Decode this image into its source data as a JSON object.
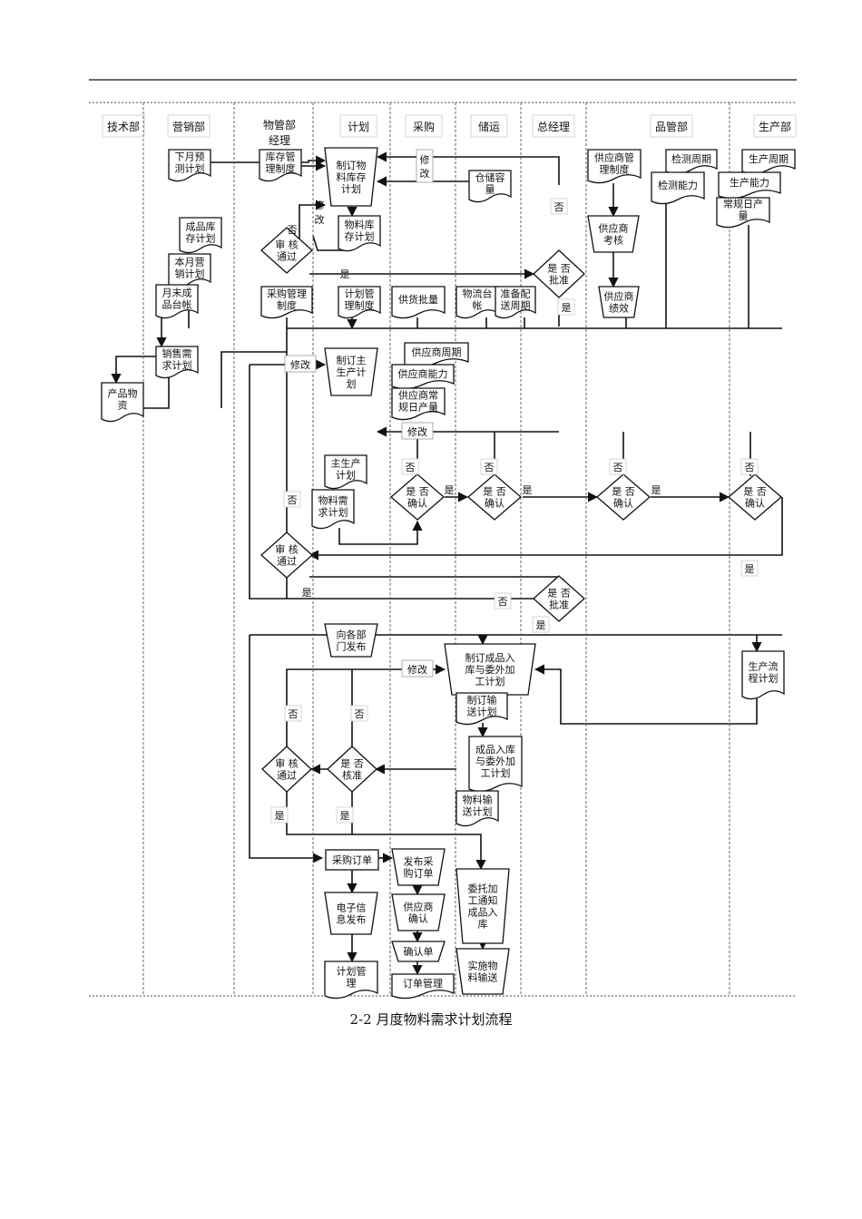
{
  "lanes": [
    "技术部",
    "营销部",
    "物管部经理",
    "计划",
    "采购",
    "储运",
    "总经理",
    "品管部",
    "生产部"
  ],
  "nodes": {
    "n01": [
      "下月预",
      "测计划"
    ],
    "n02": [
      "库存管",
      "理制度"
    ],
    "n03": [
      "制订物",
      "料库存",
      "计划"
    ],
    "n04": [
      "仓储容",
      "量"
    ],
    "n05": [
      "供应商管",
      "理制度"
    ],
    "n06": [
      "检测周期"
    ],
    "n07": [
      "检测能力"
    ],
    "n08": [
      "生产周期"
    ],
    "n09": [
      "生产能力"
    ],
    "n10": [
      "常规日产",
      "量"
    ],
    "n11": [
      "物料库",
      "存计划"
    ],
    "n12": [
      "成品库",
      "存计划"
    ],
    "n13": [
      "本月营",
      "销计划"
    ],
    "n14": [
      "月末成",
      "品台帐"
    ],
    "n15": [
      "供应商",
      "考核"
    ],
    "n16": [
      "供应商",
      "绩效"
    ],
    "n17": [
      "采购管理",
      "制度"
    ],
    "n18": [
      "计划管",
      "理制度"
    ],
    "n19": [
      "供货批量"
    ],
    "n20": [
      "物流台",
      "帐"
    ],
    "n21": [
      "准备配",
      "送周期"
    ],
    "n22": [
      "销售需",
      "求计划"
    ],
    "n23": [
      "产品物",
      "资"
    ],
    "n24": [
      "制订主",
      "生产计",
      "划"
    ],
    "n25": [
      "供应商周期"
    ],
    "n26": [
      "供应商能力"
    ],
    "n27": [
      "供应商常",
      "规日产量"
    ],
    "n28": [
      "主生产",
      "计划"
    ],
    "n29": [
      "物料需",
      "求计划"
    ],
    "n30": [
      "向各部",
      "门发布"
    ],
    "n31": [
      "制订成品入",
      "库与委外加",
      "工计划"
    ],
    "n32": [
      "制订输",
      "送计划"
    ],
    "n33": [
      "生产流",
      "程计划"
    ],
    "n34": [
      "成品入库",
      "与委外加",
      "工计划"
    ],
    "n35": [
      "物料输",
      "送计划"
    ],
    "n36": [
      "采购订单"
    ],
    "n37": [
      "发布采",
      "购订单"
    ],
    "n38": [
      "委托加",
      "工通知",
      "成品入",
      "库"
    ],
    "n39": [
      "电子信",
      "息发布"
    ],
    "n40": [
      "供应商",
      "确认"
    ],
    "n41": [
      "确认单"
    ],
    "n42": [
      "实施物",
      "料输送"
    ],
    "n43": [
      "计划管",
      "理"
    ],
    "n44": [
      "订单管理"
    ]
  },
  "decisions": {
    "d1": [
      "审  核",
      "通过"
    ],
    "d2": [
      "是  否",
      "批准"
    ],
    "d3": [
      "是  否",
      "确认"
    ],
    "d4": [
      "是  否",
      "确认"
    ],
    "d5": [
      "是  否",
      "确认"
    ],
    "d6": [
      "是  否",
      "确认"
    ],
    "d7": [
      "审  核",
      "通过"
    ],
    "d8": [
      "是  否",
      "批准"
    ],
    "d9": [
      "是  否",
      "核准"
    ],
    "d10": [
      "审  核",
      "通过"
    ]
  },
  "labels": {
    "yes": "是",
    "no": "否",
    "revise": "修改",
    "revise_v": [
      "修",
      "改"
    ]
  },
  "caption": "2-2 月度物料需求计划流程"
}
